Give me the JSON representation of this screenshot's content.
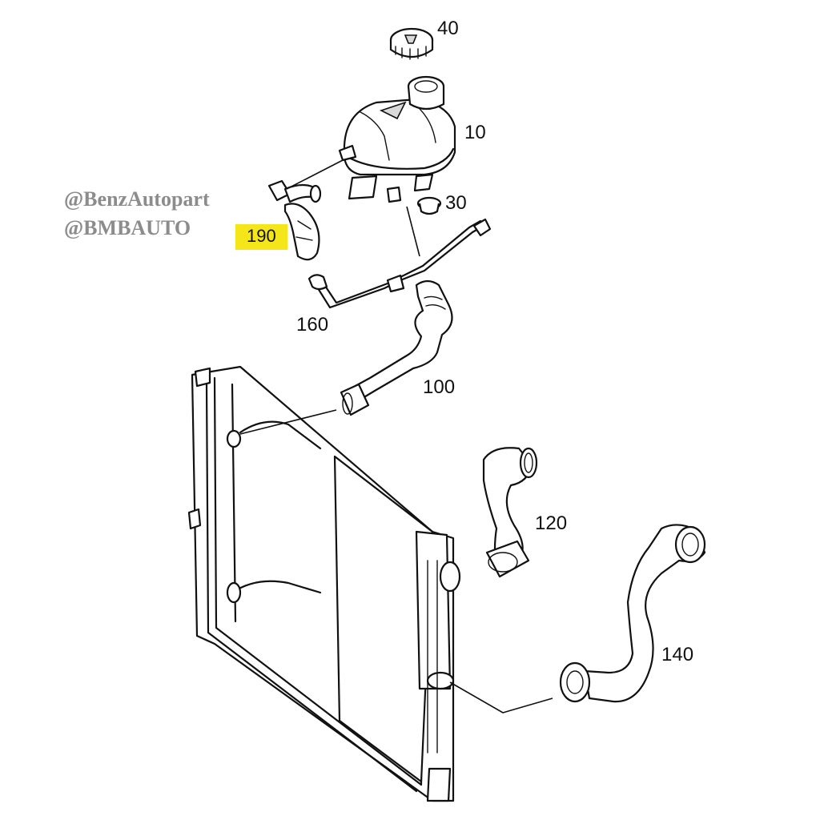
{
  "watermarks": [
    "@BenzAutopart",
    "@BMBAUTO"
  ],
  "callouts": {
    "cap": "40",
    "tank": "10",
    "plug": "30",
    "hose_highlighted": "190",
    "line": "160",
    "upper_hose": "100",
    "mid_hose": "120",
    "lower_hose": "140"
  },
  "highlight_color": "#f5e61a"
}
